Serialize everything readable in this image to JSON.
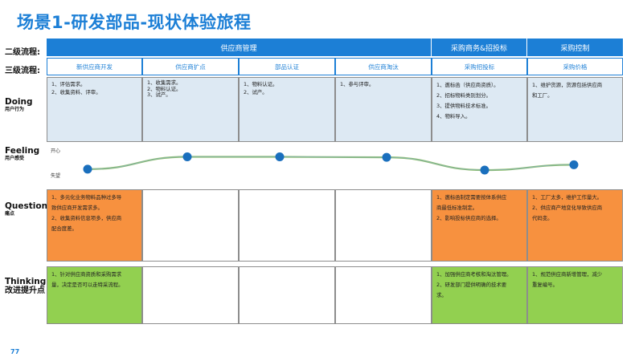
{
  "title": "场景1-研发部品-现状体验旅程",
  "page_number": "77",
  "row_labels": {
    "level2": "二级流程:",
    "level3": "三级流程:",
    "doing": "Doing",
    "doing_sub": "用户行为",
    "feeling": "Feeling",
    "feeling_sub": "用户感受",
    "question": "Question",
    "question_sub": "痛点",
    "thinking": "Thinking",
    "thinking_sub": "改进提升点"
  },
  "level2": [
    {
      "label": "供应商管理"
    },
    {
      "label": "采购商务&招投标"
    },
    {
      "label": "采购控制"
    }
  ],
  "level3": [
    {
      "label": "新供应商开发"
    },
    {
      "label": "供应商扩点"
    },
    {
      "label": "部品认证"
    },
    {
      "label": "供应商淘汰"
    },
    {
      "label": "采购招投标"
    },
    {
      "label": "采购价格"
    }
  ],
  "doing": [
    {
      "lines": [
        "1、评估需求。",
        "2、收集资料、评审。"
      ]
    },
    {
      "lines": [
        "1、收集需求。",
        "2、物料认证。",
        "3、试产。"
      ]
    },
    {
      "lines": [
        "1、物料认证。",
        "2、试产。"
      ]
    },
    {
      "lines": [
        "1、参与评审。"
      ]
    },
    {
      "lines": [
        "1、邀标函（供应商资质）。",
        "2、招标物料类别划分。",
        "3、提供物料技术标准。",
        "4、物料导入。"
      ]
    },
    {
      "lines": [
        "1、维护货源，货源包括供应商",
        "和工厂。"
      ]
    }
  ],
  "feeling": {
    "high_label": "开心",
    "low_label": "失望",
    "levels": [
      0.05,
      0.75,
      0.75,
      0.72,
      0.0,
      0.3
    ]
  },
  "question": [
    {
      "lines": [
        "1、多元化业务物料品种过多导",
        "致供应商开发需求多。",
        "2、收集资料信息项多，供应商",
        "配合度差。"
      ]
    },
    {
      "lines": []
    },
    {
      "lines": []
    },
    {
      "lines": []
    },
    {
      "lines": [
        "1、邀标函制定需要按体系供应",
        "商最低标准制定。",
        "2、影响投标供应商的选择。"
      ]
    },
    {
      "lines": [
        "1、工厂太多，维护工作量大。",
        "2、供应商产地变化导致供应商",
        "代码变。"
      ]
    }
  ],
  "thinking": [
    {
      "lines": [
        "1、针对供应商资质和采购需求",
        "量，决定是否可以走特采流程。"
      ]
    },
    {
      "lines": []
    },
    {
      "lines": []
    },
    {
      "lines": []
    },
    {
      "lines": [
        "1、加强供应商考核和淘汰管理。",
        "2、研发部门提供明确的技术要",
        "求。"
      ]
    },
    {
      "lines": [
        "1、规范供应商新增管理，减少",
        "重复编号。"
      ]
    }
  ],
  "colors": {
    "primary_blue": "#1c7fd6",
    "doing_bg": "#dde9f3",
    "question_bg": "#f7913f",
    "thinking_bg": "#92d050",
    "dot": "#1a6fbd"
  }
}
